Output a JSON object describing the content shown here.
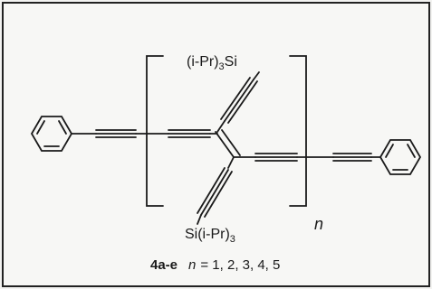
{
  "molecule": {
    "top_substituent": {
      "prefix": "(i-Pr)",
      "sub": "3",
      "suffix": "Si"
    },
    "bottom_substituent": {
      "prefix": "Si(i-Pr)",
      "sub": "3"
    },
    "repeat_index": "n"
  },
  "caption": {
    "compound": "4a-e",
    "n_var": "n",
    "values": "= 1, 2, 3, 4, 5"
  }
}
